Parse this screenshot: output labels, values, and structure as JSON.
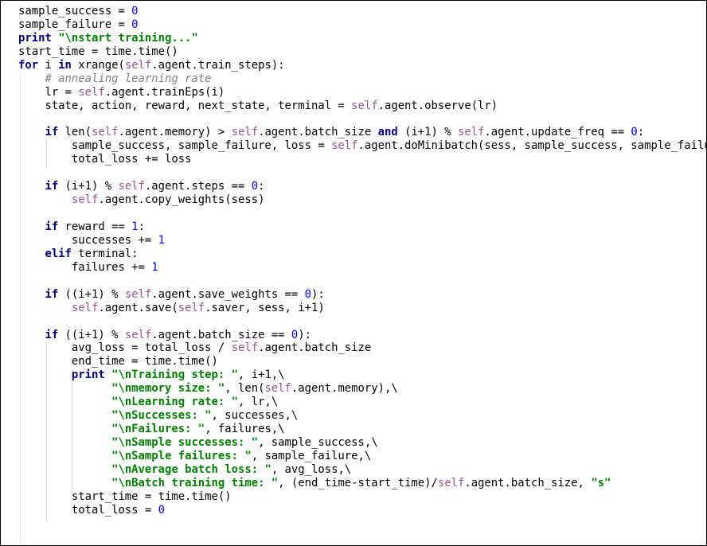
{
  "editor": {
    "lines": [
      [
        [
          "t",
          "sample_success = "
        ],
        [
          "num",
          "0"
        ]
      ],
      [
        [
          "t",
          "sample_failure = "
        ],
        [
          "num",
          "0"
        ]
      ],
      [
        [
          "kw",
          "print "
        ],
        [
          "str",
          "\"\\nstart training...\""
        ]
      ],
      [
        [
          "t",
          "start_time = time.time()"
        ]
      ],
      [
        [
          "kw",
          "for "
        ],
        [
          "t",
          "i "
        ],
        [
          "kw",
          "in "
        ],
        [
          "t",
          "xrange("
        ],
        [
          "slf",
          "self"
        ],
        [
          "t",
          ".agent.train_steps):"
        ]
      ],
      [
        [
          "t",
          "    "
        ],
        [
          "cmt",
          "# annealing learning rate"
        ]
      ],
      [
        [
          "t",
          "    lr = "
        ],
        [
          "slf",
          "self"
        ],
        [
          "t",
          ".agent.trainEps(i)"
        ]
      ],
      [
        [
          "t",
          "    state, action, reward, next_state, terminal = "
        ],
        [
          "slf",
          "self"
        ],
        [
          "t",
          ".agent.observe(lr)"
        ]
      ],
      [
        [
          "t",
          ""
        ]
      ],
      [
        [
          "t",
          "    "
        ],
        [
          "kw",
          "if "
        ],
        [
          "t",
          "len("
        ],
        [
          "slf",
          "self"
        ],
        [
          "t",
          ".agent.memory) > "
        ],
        [
          "slf",
          "self"
        ],
        [
          "t",
          ".agent.batch_size "
        ],
        [
          "kw",
          "and "
        ],
        [
          "t",
          "(i+1) % "
        ],
        [
          "slf",
          "self"
        ],
        [
          "t",
          ".agent.update_freq == "
        ],
        [
          "num",
          "0"
        ],
        [
          "t",
          ":"
        ]
      ],
      [
        [
          "t",
          "        sample_success, sample_failure, loss = "
        ],
        [
          "slf",
          "self"
        ],
        [
          "t",
          ".agent.doMinibatch(sess, sample_success, sample_failure)"
        ]
      ],
      [
        [
          "t",
          "        total_loss += loss"
        ]
      ],
      [
        [
          "t",
          ""
        ]
      ],
      [
        [
          "t",
          "    "
        ],
        [
          "kw",
          "if "
        ],
        [
          "t",
          "(i+1) % "
        ],
        [
          "slf",
          "self"
        ],
        [
          "t",
          ".agent.steps == "
        ],
        [
          "num",
          "0"
        ],
        [
          "t",
          ":"
        ]
      ],
      [
        [
          "t",
          "        "
        ],
        [
          "slf",
          "self"
        ],
        [
          "t",
          ".agent.copy_weights(sess)"
        ]
      ],
      [
        [
          "t",
          ""
        ]
      ],
      [
        [
          "t",
          "    "
        ],
        [
          "kw",
          "if "
        ],
        [
          "t",
          "reward == "
        ],
        [
          "num",
          "1"
        ],
        [
          "t",
          ":"
        ]
      ],
      [
        [
          "t",
          "        successes += "
        ],
        [
          "num",
          "1"
        ]
      ],
      [
        [
          "t",
          "    "
        ],
        [
          "kw",
          "elif "
        ],
        [
          "t",
          "terminal:"
        ]
      ],
      [
        [
          "t",
          "        failures += "
        ],
        [
          "num",
          "1"
        ]
      ],
      [
        [
          "t",
          ""
        ]
      ],
      [
        [
          "t",
          "    "
        ],
        [
          "kw",
          "if "
        ],
        [
          "t",
          "((i+1) % "
        ],
        [
          "slf",
          "self"
        ],
        [
          "t",
          ".agent.save_weights == "
        ],
        [
          "num",
          "0"
        ],
        [
          "t",
          "):"
        ]
      ],
      [
        [
          "t",
          "        "
        ],
        [
          "slf",
          "self"
        ],
        [
          "t",
          ".agent.save("
        ],
        [
          "slf",
          "self"
        ],
        [
          "t",
          ".saver, sess, i+1)"
        ]
      ],
      [
        [
          "t",
          ""
        ]
      ],
      [
        [
          "t",
          "    "
        ],
        [
          "kw",
          "if "
        ],
        [
          "t",
          "((i+1) % "
        ],
        [
          "slf",
          "self"
        ],
        [
          "t",
          ".agent.batch_size == "
        ],
        [
          "num",
          "0"
        ],
        [
          "t",
          "):"
        ]
      ],
      [
        [
          "t",
          "        avg_loss = total_loss / "
        ],
        [
          "slf",
          "self"
        ],
        [
          "t",
          ".agent.batch_size"
        ]
      ],
      [
        [
          "t",
          "        end_time = time.time()"
        ]
      ],
      [
        [
          "t",
          "        "
        ],
        [
          "kw",
          "print "
        ],
        [
          "str",
          "\"\\nTraining step: \""
        ],
        [
          "t",
          ", i+1,\\"
        ]
      ],
      [
        [
          "t",
          "              "
        ],
        [
          "str",
          "\"\\nmemory size: \""
        ],
        [
          "t",
          ", len("
        ],
        [
          "slf",
          "self"
        ],
        [
          "t",
          ".agent.memory),\\"
        ]
      ],
      [
        [
          "t",
          "              "
        ],
        [
          "str",
          "\"\\nLearning rate: \""
        ],
        [
          "t",
          ", lr,\\"
        ]
      ],
      [
        [
          "t",
          "              "
        ],
        [
          "str",
          "\"\\nSuccesses: \""
        ],
        [
          "t",
          ", successes,\\"
        ]
      ],
      [
        [
          "t",
          "              "
        ],
        [
          "str",
          "\"\\nFailures: \""
        ],
        [
          "t",
          ", failures,\\"
        ]
      ],
      [
        [
          "t",
          "              "
        ],
        [
          "str",
          "\"\\nSample successes: \""
        ],
        [
          "t",
          ", sample_success,\\"
        ]
      ],
      [
        [
          "t",
          "              "
        ],
        [
          "str",
          "\"\\nSample failures: \""
        ],
        [
          "t",
          ", sample_failure,\\"
        ]
      ],
      [
        [
          "t",
          "              "
        ],
        [
          "str",
          "\"\\nAverage batch loss: \""
        ],
        [
          "t",
          ", avg_loss,\\"
        ]
      ],
      [
        [
          "t",
          "              "
        ],
        [
          "str",
          "\"\\nBatch training time: \""
        ],
        [
          "t",
          ", (end_time-start_time)/"
        ],
        [
          "slf",
          "self"
        ],
        [
          "t",
          ".agent.batch_size, "
        ],
        [
          "str",
          "\"s\""
        ]
      ],
      [
        [
          "t",
          "        start_time = time.time()"
        ]
      ],
      [
        [
          "t",
          "        total_loss = "
        ],
        [
          "num",
          "0"
        ]
      ],
      [
        [
          "t",
          ""
        ]
      ]
    ]
  },
  "colors": {
    "keyword": "#000080",
    "self": "#94558d",
    "number": "#0000ff",
    "string": "#008000",
    "comment": "#808080",
    "guide": "#dcdcdc"
  }
}
